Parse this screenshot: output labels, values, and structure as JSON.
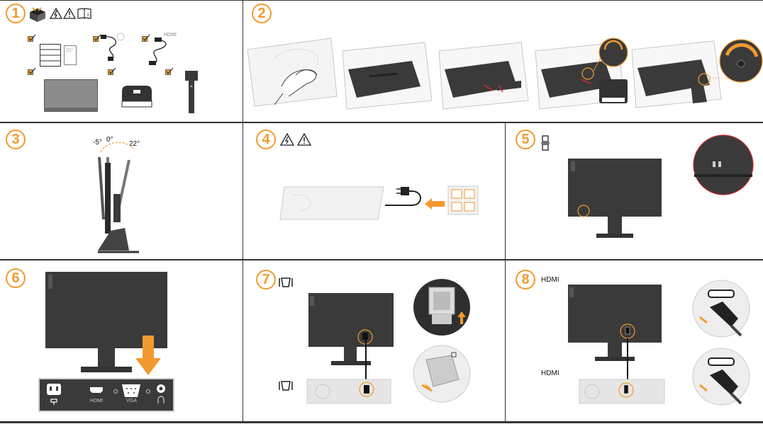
{
  "steps": [
    {
      "number": "1"
    },
    {
      "number": "2"
    },
    {
      "number": "3"
    },
    {
      "number": "4"
    },
    {
      "number": "5"
    },
    {
      "number": "6"
    },
    {
      "number": "7"
    },
    {
      "number": "8"
    }
  ],
  "step1": {
    "cable_label": "HDMI"
  },
  "step3": {
    "angle_back": "-5°",
    "angle_zero": "0°",
    "angle_forward": "22°"
  },
  "step6": {
    "ports": [
      "HDMI",
      "VGA"
    ]
  },
  "step8": {
    "label_top": "HDMI",
    "label_bottom": "HDMI"
  },
  "colors": {
    "accent": "#f29a2e",
    "monitor": "#3a3a3a",
    "line": "#333333",
    "warning_red": "#d0262e"
  },
  "icons": [
    "box-icon",
    "warning-electric-icon",
    "warning-icon",
    "manual-icon",
    "vga-port-icon",
    "kensington-lock-icon"
  ]
}
